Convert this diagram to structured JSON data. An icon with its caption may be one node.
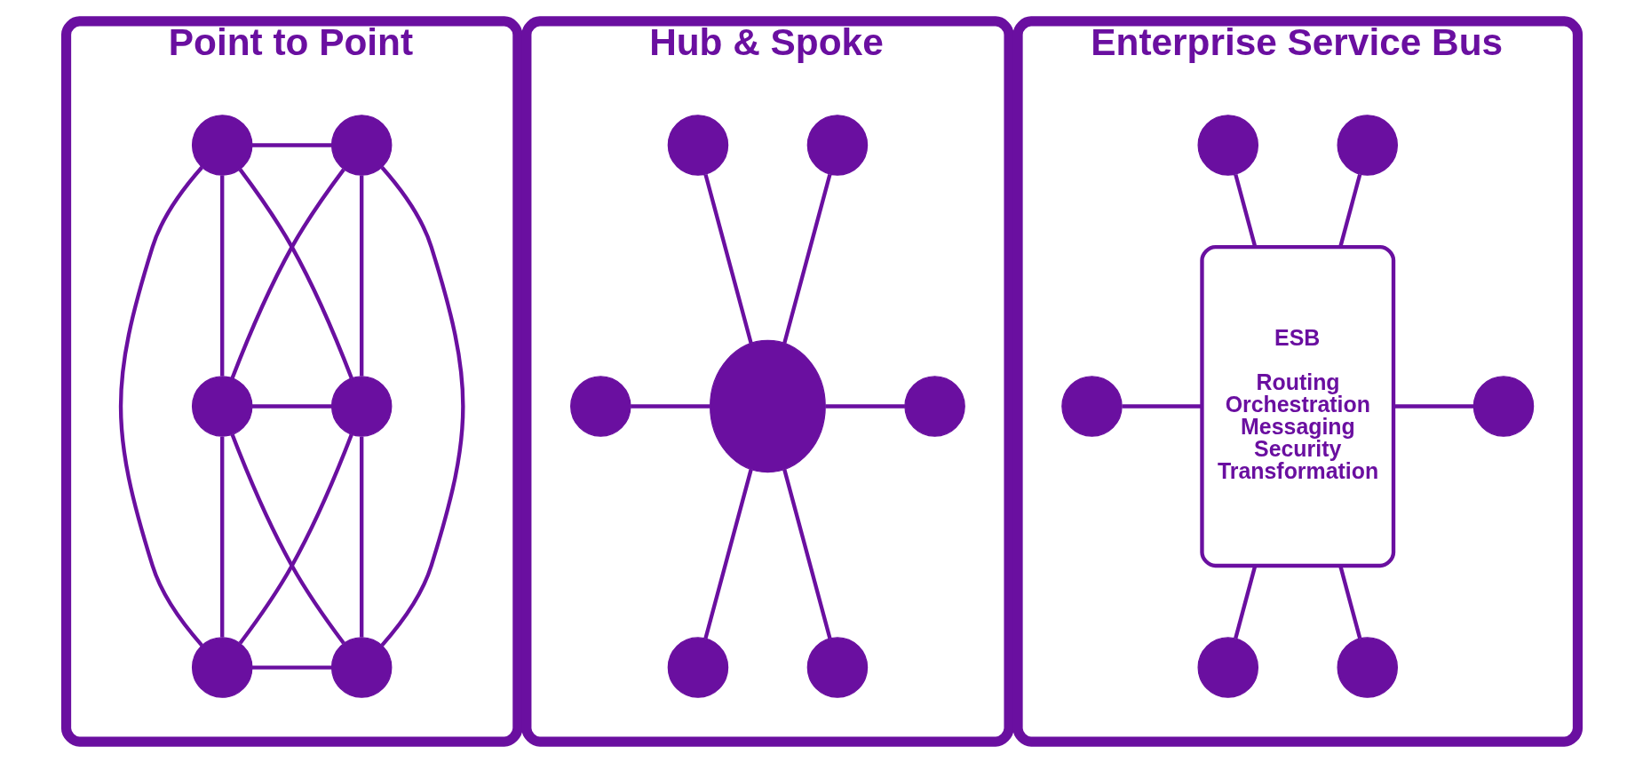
{
  "diagram": {
    "nodes": [
      {
        "text": [
          "Point to Point"
        ]
      },
      {
        "text": [],
        "shape": "circle",
        "in": 0
      },
      {
        "text": [],
        "shape": "circle",
        "in": 0
      },
      {
        "text": [],
        "shape": "circle",
        "in": 0
      },
      {
        "text": [],
        "shape": "circle",
        "in": 0
      },
      {
        "text": [],
        "shape": "circle",
        "in": 0
      },
      {
        "text": [],
        "shape": "circle",
        "in": 0
      },
      {
        "text": [
          "Hub & Spoke"
        ]
      },
      {
        "text": [],
        "shape": "circle",
        "in": 7
      },
      {
        "text": [],
        "shape": "circle",
        "in": 7
      },
      {
        "text": [],
        "shape": "circle",
        "in": 7
      },
      {
        "text": [],
        "shape": "ellipse",
        "in": 7
      },
      {
        "text": [],
        "shape": "circle",
        "in": 7
      },
      {
        "text": [],
        "shape": "circle",
        "in": 7
      },
      {
        "text": [],
        "shape": "circle",
        "in": 7
      },
      {
        "text": [
          "Enterprise Service Bus"
        ]
      },
      {
        "text": [],
        "shape": "circle",
        "in": 15
      },
      {
        "text": [],
        "shape": "circle",
        "in": 15
      },
      {
        "text": [
          "ESB",
          "Routing",
          "Orchestration",
          "Messaging",
          "Security",
          "Transformation"
        ],
        "in": 15
      },
      {
        "text": [],
        "shape": "circle",
        "in": 15
      },
      {
        "text": [],
        "shape": "circle",
        "in": 15
      },
      {
        "text": [],
        "shape": "circle",
        "in": 15
      },
      {
        "text": [],
        "shape": "circle",
        "in": 15
      }
    ],
    "edges": [
      {
        "from": 1,
        "to": 2,
        "arrow": "none"
      },
      {
        "from": 1,
        "to": 3,
        "arrow": "none"
      },
      {
        "from": 1,
        "to": 6,
        "arrow": "none"
      },
      {
        "from": 1,
        "to": 4,
        "arrow": "none"
      },
      {
        "from": 2,
        "to": 3,
        "arrow": "none"
      },
      {
        "from": 2,
        "to": 5,
        "arrow": "none"
      },
      {
        "from": 2,
        "to": 4,
        "arrow": "none"
      },
      {
        "from": 3,
        "to": 4,
        "arrow": "none"
      },
      {
        "from": 3,
        "to": 5,
        "arrow": "none"
      },
      {
        "from": 3,
        "to": 6,
        "arrow": "none"
      },
      {
        "from": 4,
        "to": 5,
        "arrow": "none"
      },
      {
        "from": 4,
        "to": 6,
        "arrow": "none"
      },
      {
        "from": 5,
        "to": 6,
        "arrow": "none"
      },
      {
        "from": 8,
        "to": 11,
        "arrow": "none"
      },
      {
        "from": 9,
        "to": 11,
        "arrow": "none"
      },
      {
        "from": 10,
        "to": 11,
        "arrow": "none"
      },
      {
        "from": 11,
        "to": 12,
        "arrow": "none"
      },
      {
        "from": 11,
        "to": 13,
        "arrow": "none"
      },
      {
        "from": 11,
        "to": 14,
        "arrow": "none"
      },
      {
        "from": 16,
        "to": 18,
        "arrow": "none"
      },
      {
        "from": 17,
        "to": 18,
        "arrow": "none"
      },
      {
        "from": 19,
        "to": 18,
        "arrow": "none"
      },
      {
        "from": 18,
        "to": 20,
        "arrow": "none"
      },
      {
        "from": 18,
        "to": 21,
        "arrow": "none"
      },
      {
        "from": 18,
        "to": 22,
        "arrow": "none"
      }
    ]
  }
}
